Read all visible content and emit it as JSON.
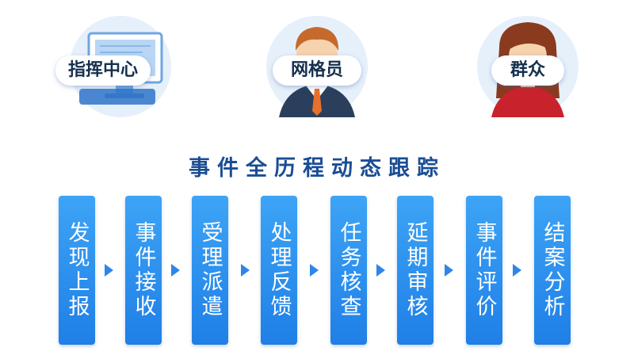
{
  "roles": [
    {
      "label": "指挥中心",
      "icon": "monitor-icon"
    },
    {
      "label": "网格员",
      "icon": "male-avatar-icon"
    },
    {
      "label": "群众",
      "icon": "female-avatar-icon"
    }
  ],
  "title": "事件全历程动态跟踪",
  "steps": [
    {
      "label": "发现上报"
    },
    {
      "label": "事件接收"
    },
    {
      "label": "受理派遣"
    },
    {
      "label": "处理反馈"
    },
    {
      "label": "任务核查"
    },
    {
      "label": "延期审核"
    },
    {
      "label": "事件评价"
    },
    {
      "label": "结案分析"
    }
  ],
  "colors": {
    "step": "#2583ea",
    "title": "#1a4d94",
    "arrow": "#2f86e8"
  }
}
